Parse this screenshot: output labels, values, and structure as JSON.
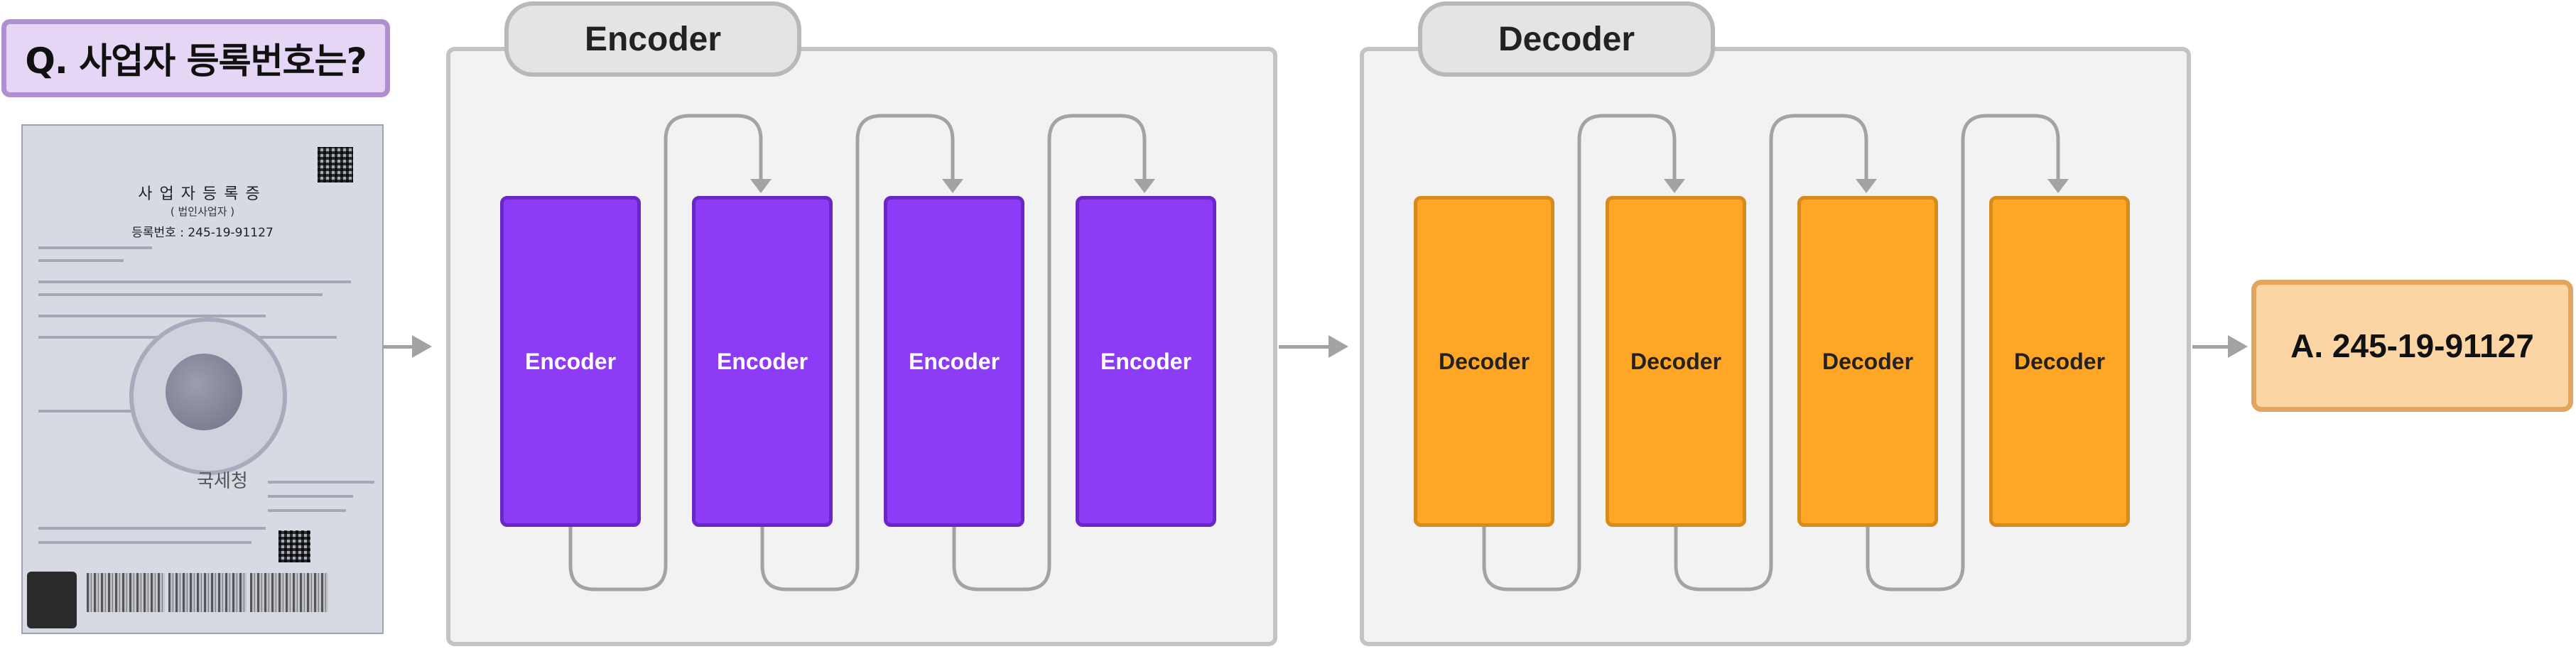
{
  "question": {
    "text": "Q. 사업자 등록번호는?"
  },
  "document": {
    "title": "사업자등록증",
    "subtitle": "( 법인사업자 )",
    "registration": "등록번호 : 245-19-91127",
    "seal_text": "국세청"
  },
  "encoder": {
    "panel_title": "Encoder",
    "blocks": [
      "Encoder",
      "Encoder",
      "Encoder",
      "Encoder"
    ]
  },
  "decoder": {
    "panel_title": "Decoder",
    "blocks": [
      "Decoder",
      "Decoder",
      "Decoder",
      "Decoder"
    ]
  },
  "answer": {
    "text": "A. 245-19-91127"
  },
  "colors": {
    "encoder_fill": "#8c3cf5",
    "decoder_fill": "#fea626",
    "question_fill": "#e6d6f5",
    "answer_fill": "#fbd5a3",
    "connector": "#a3a3a3"
  }
}
